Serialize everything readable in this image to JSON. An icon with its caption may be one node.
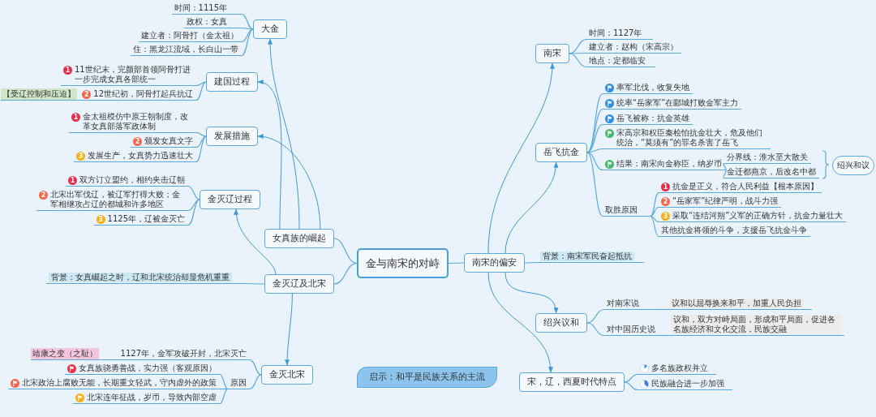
{
  "diagram": {
    "nodes": [
      {
        "text": [
          "金与南宋的对峙"
        ]
      },
      {
        "text": [
          "女真族的崛起"
        ]
      },
      {
        "text": [
          "金灭辽及北宋"
        ]
      },
      {
        "text": [
          "南宋的偏安"
        ]
      },
      {
        "text": [
          "大金"
        ]
      },
      {
        "text": [
          "时间：1115年"
        ]
      },
      {
        "text": [
          "政权：女真"
        ]
      },
      {
        "text": [
          "建立者：阿骨打（金太祖）"
        ]
      },
      {
        "text": [
          "住：黑龙江流域，长白山一带"
        ]
      },
      {
        "text": [
          "建国过程"
        ]
      },
      {
        "text": [
          "1",
          "11世纪末，完颜部首领阿骨打进一步完成女真各部统一"
        ]
      },
      {
        "text": [
          "2",
          "12世纪初，阿骨打起兵抗辽"
        ],
        "beside": [
          "【受辽控制和压迫】"
        ]
      },
      {
        "text": [
          "发展措施"
        ]
      },
      {
        "text": [
          "1",
          "金太祖模仿中原王朝制度，改革女真部落军政体制"
        ]
      },
      {
        "text": [
          "2",
          "颁发女真文字"
        ]
      },
      {
        "text": [
          "3",
          "发展生产，女真势力迅速壮大"
        ]
      },
      {
        "text": [
          "金灭辽过程"
        ]
      },
      {
        "text": [
          "1",
          "双方订立盟约，相约夹击辽朝"
        ]
      },
      {
        "text": [
          "2",
          "北宋出军伐辽，被辽军打得大败；金军相继攻占辽的都城和许多地区"
        ]
      },
      {
        "text": [
          "3",
          "1125年，辽被金灭亡"
        ]
      },
      {
        "text": [
          "背景：女真崛起之时，辽和北宋统治却显危机重重"
        ]
      },
      {
        "text": [
          "金灭北宋"
        ]
      },
      {
        "text": [
          "1127年，金军攻破开封，北宋灭亡"
        ],
        "beside": [
          "靖康之变（之耻）"
        ]
      },
      {
        "text": [
          "原因"
        ]
      },
      {
        "text": [
          "女真族骁勇善战，实力强（客观原因）"
        ]
      },
      {
        "text": [
          "北宋政治上腐败无能，长期重文轻武，守内虚外的政策"
        ]
      },
      {
        "text": [
          "北宋连年征战，岁币，导致内部空虚"
        ]
      },
      {
        "text": [
          "启示：和平是民族关系的主流"
        ]
      },
      {
        "text": [
          "南宋"
        ]
      },
      {
        "text": [
          "时间：1127年"
        ]
      },
      {
        "text": [
          "建立者：赵构（宋高宗）"
        ]
      },
      {
        "text": [
          "地点：定都临安"
        ]
      },
      {
        "text": [
          "岳飞抗金"
        ]
      },
      {
        "text": [
          "率军北伐，收复失地"
        ]
      },
      {
        "text": [
          "统率“岳家军”在郾城打败金军主力"
        ]
      },
      {
        "text": [
          "岳飞被称：抗金英雄"
        ]
      },
      {
        "text": [
          "宋高宗和权臣秦桧怕抗金壮大，危及他们统治，“莫须有”的罪名杀害了岳飞"
        ]
      },
      {
        "text": [
          "结果：南宋向金称臣，纳岁币"
        ]
      },
      {
        "text": [
          "分界线：淮水至大散关"
        ]
      },
      {
        "text": [
          "金迁都燕京，后改名中都"
        ]
      },
      {
        "text": [
          "绍兴和议"
        ]
      },
      {
        "text": [
          "取胜原因"
        ]
      },
      {
        "text": [
          "1",
          "抗金是正义，符合人民利益【根本原因】"
        ]
      },
      {
        "text": [
          "2",
          "“岳家军”纪律严明，战斗力强"
        ]
      },
      {
        "text": [
          "3",
          "采取“连结河朔”义军的正确方针，抗金力量壮大"
        ]
      },
      {
        "text": [
          "其他抗金将领的斗争，支援岳飞抗金斗争"
        ]
      },
      {
        "text": [
          "背景：南宋军民奋起抵抗"
        ]
      },
      {
        "text": [
          "绍兴议和"
        ]
      },
      {
        "text": [
          "对南宋说"
        ]
      },
      {
        "text": [
          "议和以屈辱换来和平，加重人民负担"
        ]
      },
      {
        "text": [
          "对中国历史说"
        ]
      },
      {
        "text": [
          "议和，双方对峙局面，形成和平局面，促进各名族经济和文化交流，民族交融"
        ]
      },
      {
        "text": [
          "宋，辽，西夏时代特点"
        ]
      },
      {
        "text": [
          "多名族政权并立"
        ]
      },
      {
        "text": [
          "民族融合进一步加强"
        ]
      }
    ],
    "edges": [
      {
        "from": 0,
        "to": 1,
        "arrow": "none"
      },
      {
        "from": 0,
        "to": 2,
        "arrow": "none"
      },
      {
        "from": 0,
        "to": 3,
        "arrow": "none"
      },
      {
        "from": 1,
        "to": 4,
        "arrow": "to"
      },
      {
        "from": 1,
        "to": 9,
        "arrow": "to"
      },
      {
        "from": 1,
        "to": 12,
        "arrow": "to"
      },
      {
        "from": 2,
        "to": 16,
        "arrow": "to"
      },
      {
        "from": 2,
        "to": 20,
        "arrow": "none"
      },
      {
        "from": 2,
        "to": 21,
        "arrow": "to"
      },
      {
        "from": 4,
        "to": 5,
        "arrow": "none"
      },
      {
        "from": 4,
        "to": 6,
        "arrow": "none"
      },
      {
        "from": 4,
        "to": 7,
        "arrow": "none"
      },
      {
        "from": 4,
        "to": 8,
        "arrow": "none"
      },
      {
        "from": 9,
        "to": 10,
        "arrow": "none"
      },
      {
        "from": 9,
        "to": 11,
        "arrow": "none"
      },
      {
        "from": 12,
        "to": 13,
        "arrow": "none"
      },
      {
        "from": 12,
        "to": 14,
        "arrow": "none"
      },
      {
        "from": 12,
        "to": 15,
        "arrow": "none"
      },
      {
        "from": 16,
        "to": 17,
        "arrow": "none"
      },
      {
        "from": 16,
        "to": 18,
        "arrow": "none"
      },
      {
        "from": 16,
        "to": 19,
        "arrow": "none"
      },
      {
        "from": 21,
        "to": 22,
        "arrow": "none"
      },
      {
        "from": 21,
        "to": 23,
        "arrow": "none"
      },
      {
        "from": 23,
        "to": 24,
        "arrow": "none"
      },
      {
        "from": 23,
        "to": 25,
        "arrow": "none"
      },
      {
        "from": 23,
        "to": 26,
        "arrow": "none"
      },
      {
        "from": 3,
        "to": 28,
        "arrow": "to"
      },
      {
        "from": 3,
        "to": 32,
        "arrow": "to"
      },
      {
        "from": 3,
        "to": 47,
        "arrow": "to"
      },
      {
        "from": 3,
        "to": 52,
        "arrow": "to"
      },
      {
        "from": 3,
        "to": 46,
        "arrow": "none"
      },
      {
        "from": 28,
        "to": 29,
        "arrow": "none"
      },
      {
        "from": 28,
        "to": 30,
        "arrow": "none"
      },
      {
        "from": 28,
        "to": 31,
        "arrow": "none"
      },
      {
        "from": 32,
        "to": 33,
        "arrow": "none"
      },
      {
        "from": 32,
        "to": 34,
        "arrow": "none"
      },
      {
        "from": 32,
        "to": 35,
        "arrow": "none"
      },
      {
        "from": 32,
        "to": 36,
        "arrow": "none"
      },
      {
        "from": 32,
        "to": 37,
        "arrow": "none"
      },
      {
        "from": 32,
        "to": 41,
        "arrow": "none"
      },
      {
        "from": 37,
        "to": 38,
        "arrow": "none"
      },
      {
        "from": 37,
        "to": 39,
        "arrow": "none"
      },
      {
        "from": 41,
        "to": 42,
        "arrow": "none"
      },
      {
        "from": 41,
        "to": 43,
        "arrow": "none"
      },
      {
        "from": 41,
        "to": 44,
        "arrow": "none"
      },
      {
        "from": 41,
        "to": 45,
        "arrow": "none"
      },
      {
        "from": 47,
        "to": 48,
        "arrow": "none"
      },
      {
        "from": 47,
        "to": 50,
        "arrow": "none"
      },
      {
        "from": 48,
        "to": 49,
        "arrow": "none"
      },
      {
        "from": 50,
        "to": 51,
        "arrow": "none"
      },
      {
        "from": 52,
        "to": 53,
        "arrow": "none"
      },
      {
        "from": 52,
        "to": 54,
        "arrow": "none"
      }
    ]
  }
}
